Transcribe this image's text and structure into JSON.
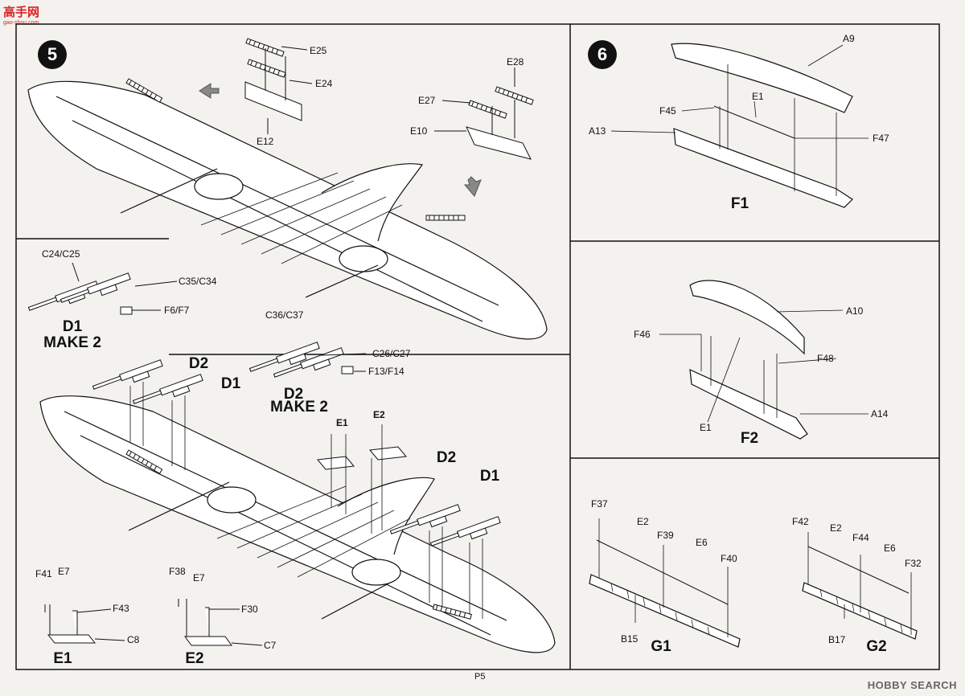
{
  "watermark": {
    "name": "高手网",
    "url": "gao-shou.com"
  },
  "steps": [
    {
      "number": "5"
    },
    {
      "number": "6"
    }
  ],
  "labels": {
    "e25": "E25",
    "e24": "E24",
    "e12": "E12",
    "e28": "E28",
    "e27": "E27",
    "e10": "E10",
    "c24": "C24/C25",
    "c35": "C35/C34",
    "f6": "F6/F7",
    "d1_make2_a": "D1",
    "d1_make2_b": "MAKE 2",
    "c36": "C36/C37",
    "c26": "C26/C27",
    "f13": "F13/F14",
    "d2_make2_a": "D2",
    "d2_make2_b": "MAKE 2",
    "d2_top": "D2",
    "d1_top": "D1",
    "e1_small": "E1",
    "e2_small": "E2",
    "d2_right": "D2",
    "d1_right": "D1",
    "f41": "F41",
    "e7_a": "E7",
    "f43": "F43",
    "c8": "C8",
    "e1_bottom": "E1",
    "f38": "F38",
    "e7_b": "E7",
    "f30": "F30",
    "c7": "C7",
    "e2_bottom": "E2",
    "a9": "A9",
    "e1_f1": "E1",
    "f45": "F45",
    "a13": "A13",
    "f47": "F47",
    "f1": "F1",
    "a10": "A10",
    "f46": "F46",
    "f48": "F48",
    "a14": "A14",
    "e1_f2": "E1",
    "f2": "F2",
    "f37": "F37",
    "e2_g1": "E2",
    "f39": "F39",
    "e6_g1": "E6",
    "f40": "F40",
    "b15": "B15",
    "g1": "G1",
    "f42": "F42",
    "e2_g2": "E2",
    "f44": "F44",
    "e6_g2": "E6",
    "f32": "F32",
    "b17": "B17",
    "g2": "G2"
  },
  "footer": {
    "page": "P5",
    "brand": "HOBBY SEARCH"
  },
  "colors": {
    "paper": "#f3f2ee",
    "ink": "#111111",
    "arrow": "#888888"
  }
}
